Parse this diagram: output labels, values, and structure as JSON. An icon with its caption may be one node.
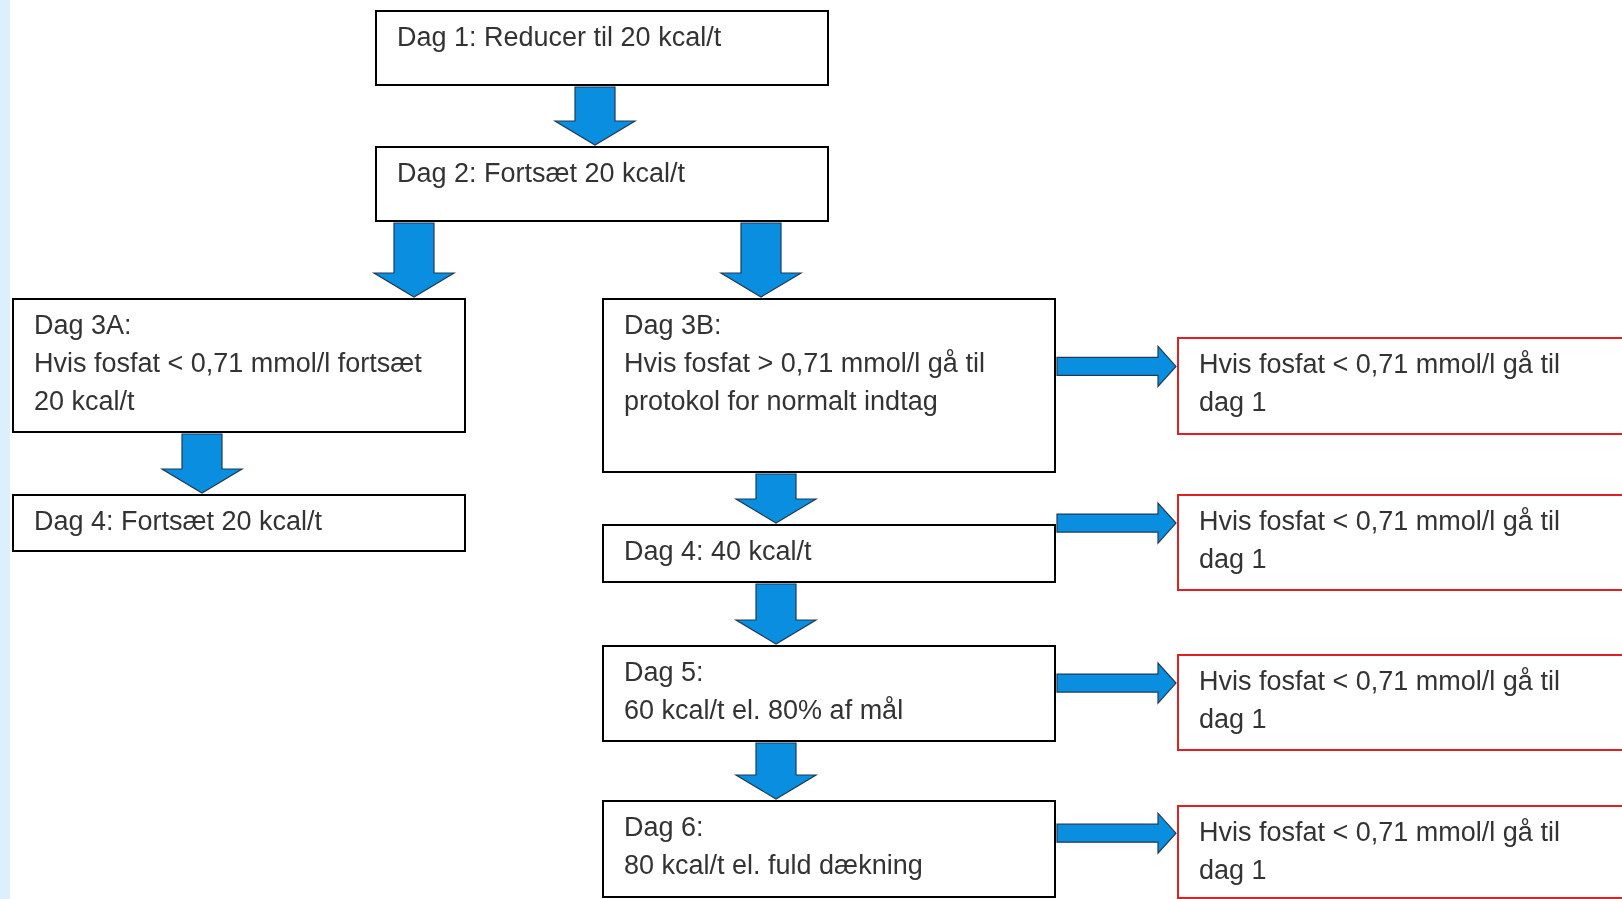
{
  "diagram": {
    "nodes": [
      {
        "text": [
          "Dag 1: Reducer til 20 kcal/t"
        ]
      },
      {
        "text": [
          "Dag 2: Fortsæt 20 kcal/t"
        ]
      },
      {
        "text": [
          "Dag 3A:",
          "Hvis fosfat < 0,71 mmol/l fortsæt 20 kcal/t"
        ]
      },
      {
        "text": [
          "Dag 3B:",
          "Hvis fosfat > 0,71 mmol/l gå til protokol for normalt indtag"
        ]
      },
      {
        "text": [
          "Dag 4: Fortsæt 20 kcal/t"
        ]
      },
      {
        "text": [
          "Dag 4: 40 kcal/t"
        ]
      },
      {
        "text": [
          "Dag 5:",
          "60 kcal/t el. 80% af mål"
        ]
      },
      {
        "text": [
          "Dag 6:",
          "80 kcal/t el. fuld dækning"
        ]
      },
      {
        "text": [
          "Hvis fosfat < 0,71 mmol/l gå til dag 1"
        ]
      },
      {
        "text": [
          "Hvis fosfat < 0,71 mmol/l gå til dag 1"
        ]
      },
      {
        "text": [
          "Hvis fosfat < 0,71 mmol/l gå til dag 1"
        ]
      },
      {
        "text": [
          "Hvis fosfat < 0,71 mmol/l gå til dag 1"
        ]
      }
    ],
    "edges": [
      {
        "from": 0,
        "to": 1,
        "arrow": "to"
      },
      {
        "from": 1,
        "to": 2,
        "arrow": "to"
      },
      {
        "from": 1,
        "to": 3,
        "arrow": "to"
      },
      {
        "from": 2,
        "to": 4,
        "arrow": "to"
      },
      {
        "from": 3,
        "to": 5,
        "arrow": "to"
      },
      {
        "from": 5,
        "to": 6,
        "arrow": "to"
      },
      {
        "from": 6,
        "to": 7,
        "arrow": "to"
      },
      {
        "from": 3,
        "to": 8,
        "arrow": "to"
      },
      {
        "from": 5,
        "to": 9,
        "arrow": "to"
      },
      {
        "from": 6,
        "to": 10,
        "arrow": "to"
      },
      {
        "from": 7,
        "to": 11,
        "arrow": "to"
      }
    ]
  }
}
